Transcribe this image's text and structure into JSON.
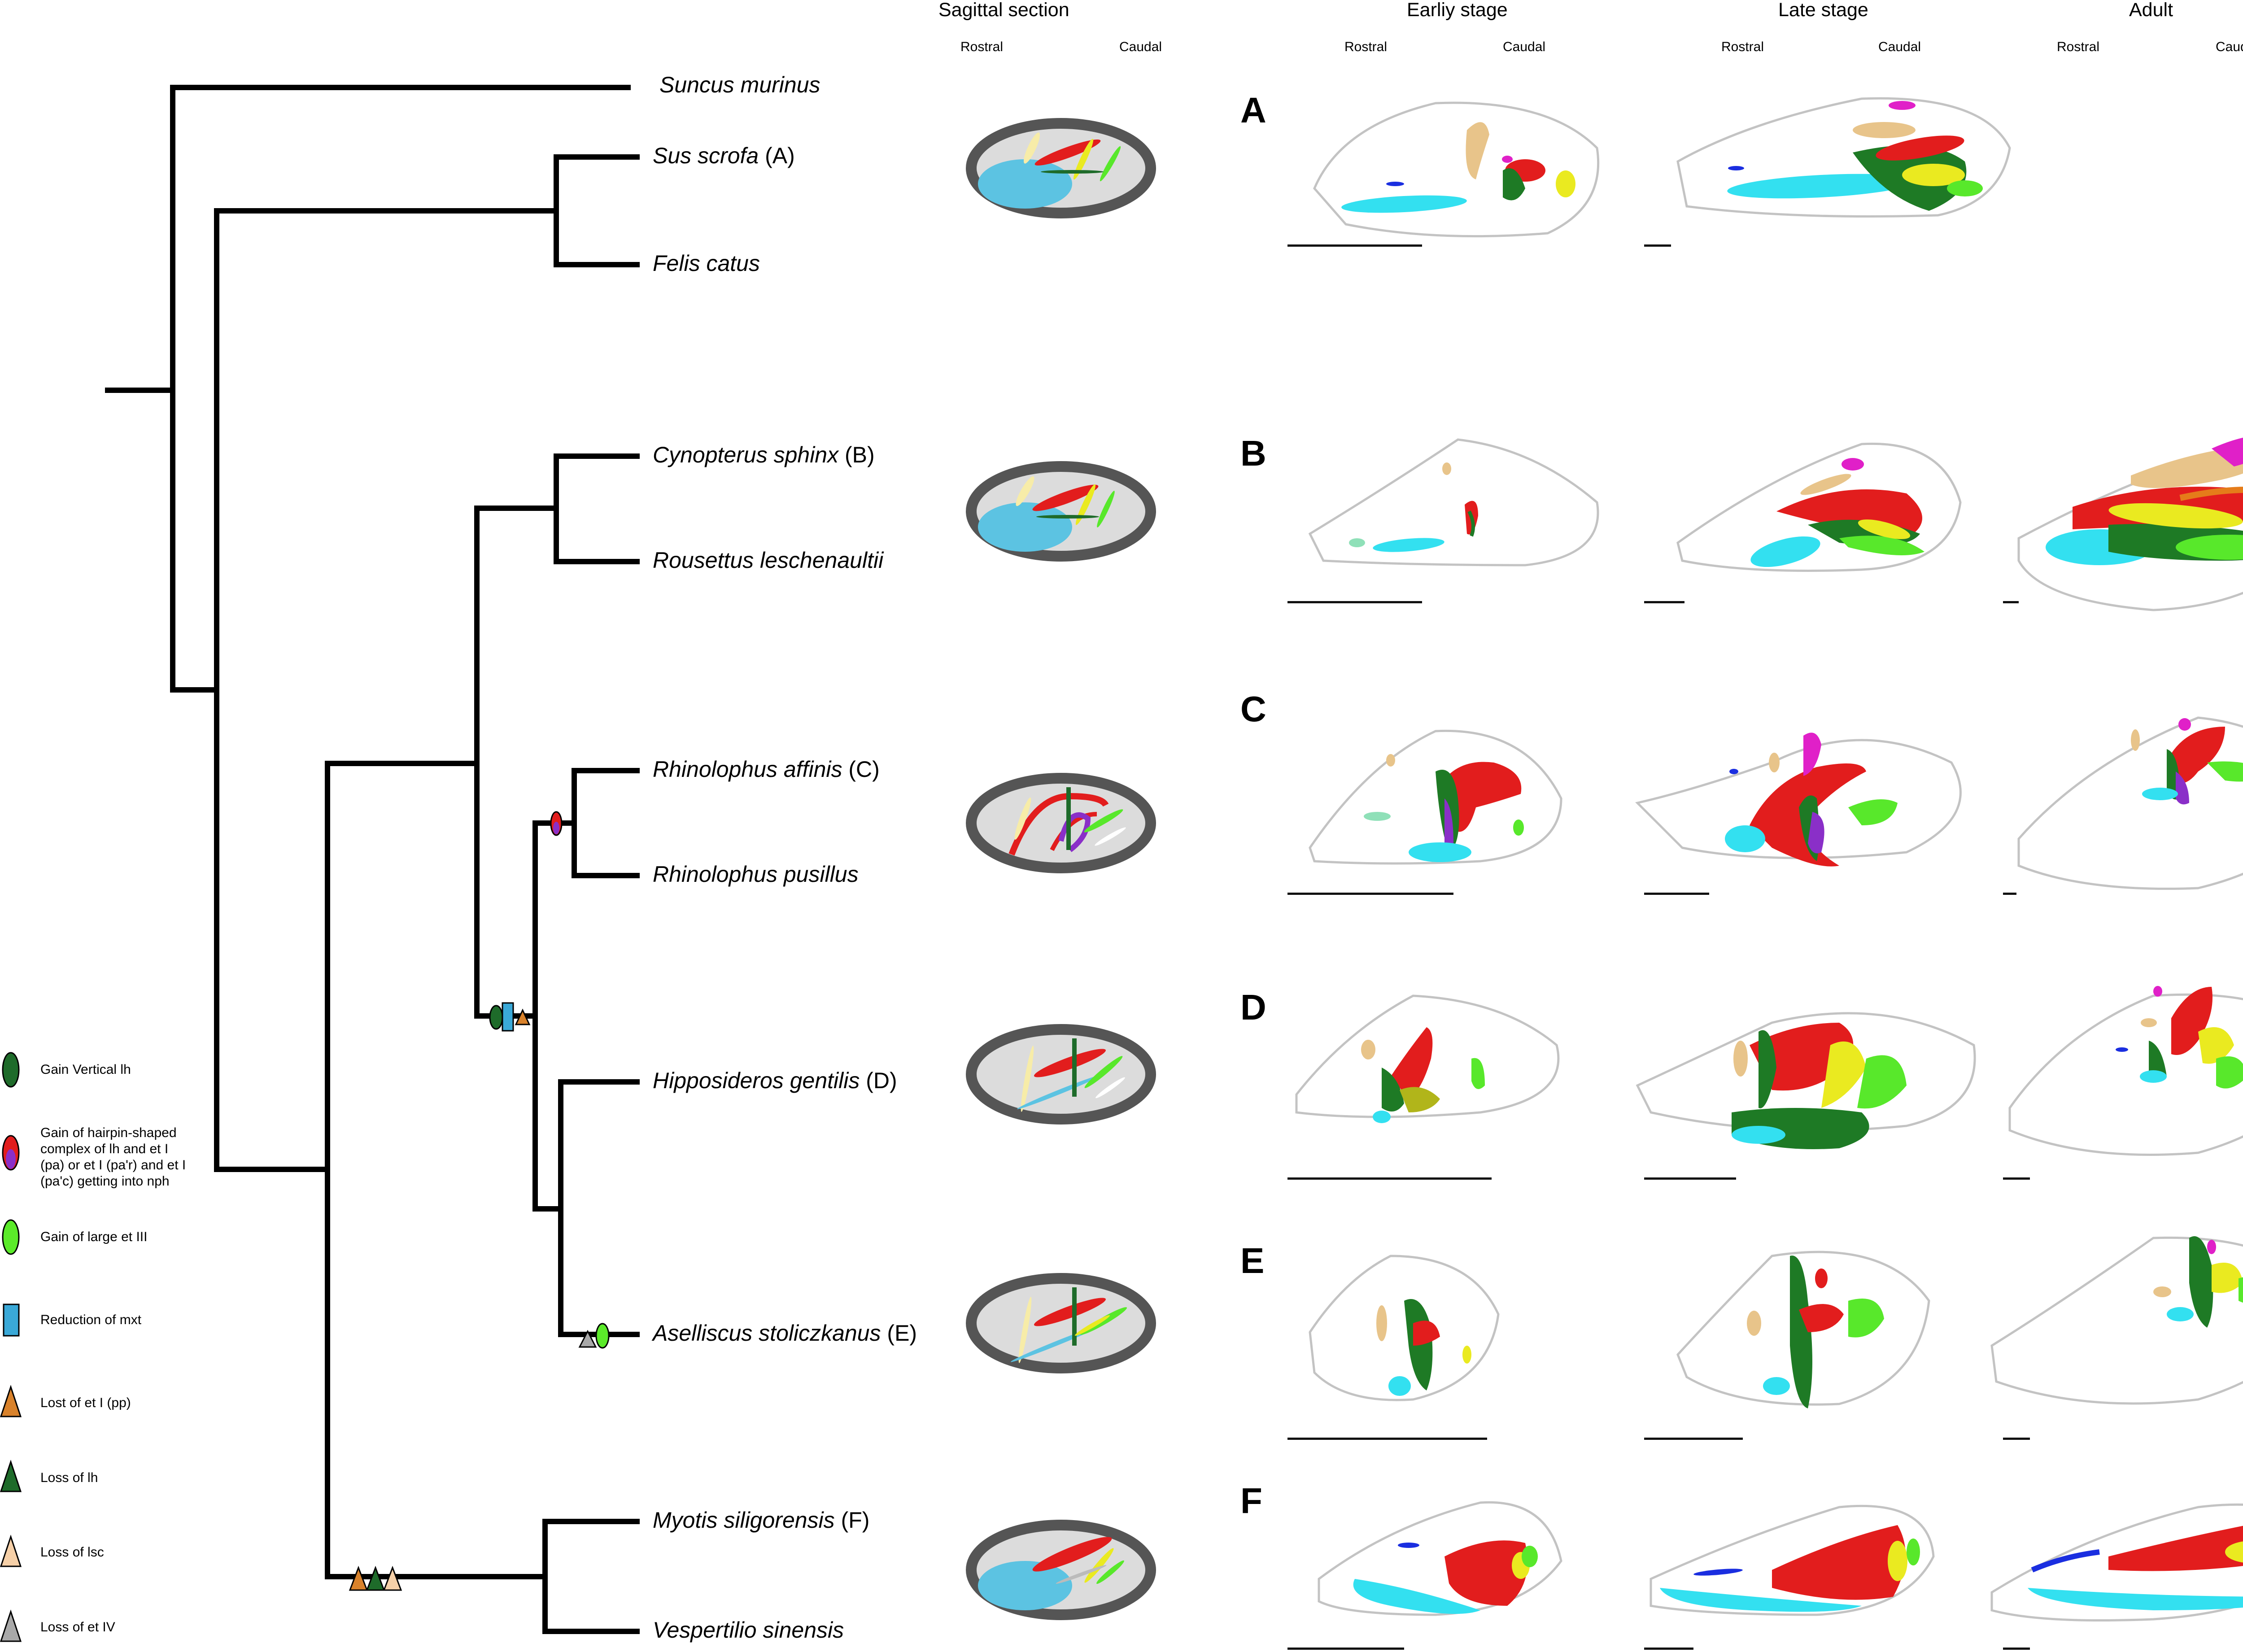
{
  "headers": {
    "sagittal": "Sagittal section",
    "early": "Earliy stage",
    "late": "Late stage",
    "adult": "Adult",
    "rostral": "Rostral",
    "caudal": "Caudal"
  },
  "taxa": [
    {
      "name": "Suncus murinus",
      "suffix": ""
    },
    {
      "name": "Sus scrofa",
      "suffix": " (A)"
    },
    {
      "name": "Felis catus",
      "suffix": ""
    },
    {
      "name": "Cynopterus sphinx",
      "suffix": " (B)"
    },
    {
      "name": "Rousettus leschenaultii",
      "suffix": ""
    },
    {
      "name": "Rhinolophus affinis",
      "suffix": " (C)"
    },
    {
      "name": "Rhinolophus pusillus",
      "suffix": ""
    },
    {
      "name": "Hipposideros gentilis",
      "suffix": " (D)"
    },
    {
      "name": "Aselliscus stoliczkanus",
      "suffix": " (E)"
    },
    {
      "name": "Myotis siligorensis",
      "suffix": " (F)"
    },
    {
      "name": "Vespertilio sinensis",
      "suffix": ""
    }
  ],
  "panels": [
    "A",
    "B",
    "C",
    "D",
    "E",
    "F"
  ],
  "legend": [
    {
      "icon": "dark-green-ellipse-icon",
      "label": "Gain Vertical lh",
      "color": "#1e6b2a"
    },
    {
      "icon": "red-purple-ellipse-icon",
      "label": "Gain of hairpin-shaped complex of lh and et I (pa) or et I (pa'r) and et I (pa'c) getting into nph",
      "color": "#e21d1d"
    },
    {
      "icon": "light-green-ellipse-icon",
      "label": "Gain of large et III",
      "color": "#5bea2a"
    },
    {
      "icon": "blue-rectangle-icon",
      "label": "Reduction of mxt",
      "color": "#3aa9d8"
    },
    {
      "icon": "orange-triangle-icon",
      "label": "Lost of et I (pp)",
      "color": "#d9822b"
    },
    {
      "icon": "dark-green-triangle-icon",
      "label": "Loss of lh",
      "color": "#1e6b2a"
    },
    {
      "icon": "peach-triangle-icon",
      "label": "Loss of lsc",
      "color": "#f6d0a8"
    },
    {
      "icon": "gray-triangle-icon",
      "label": "Loss of et IV",
      "color": "#a9a9a9"
    }
  ],
  "colors": {
    "cyan": "#33e0f0",
    "red": "#e21d1d",
    "dark_green": "#1e7a25",
    "light_green": "#58e82b",
    "yellow": "#eaea20",
    "magenta": "#e020c8",
    "tan": "#e8c48a",
    "blue": "#1a2ee0",
    "sagittal_blue": "#5cc3e2"
  }
}
